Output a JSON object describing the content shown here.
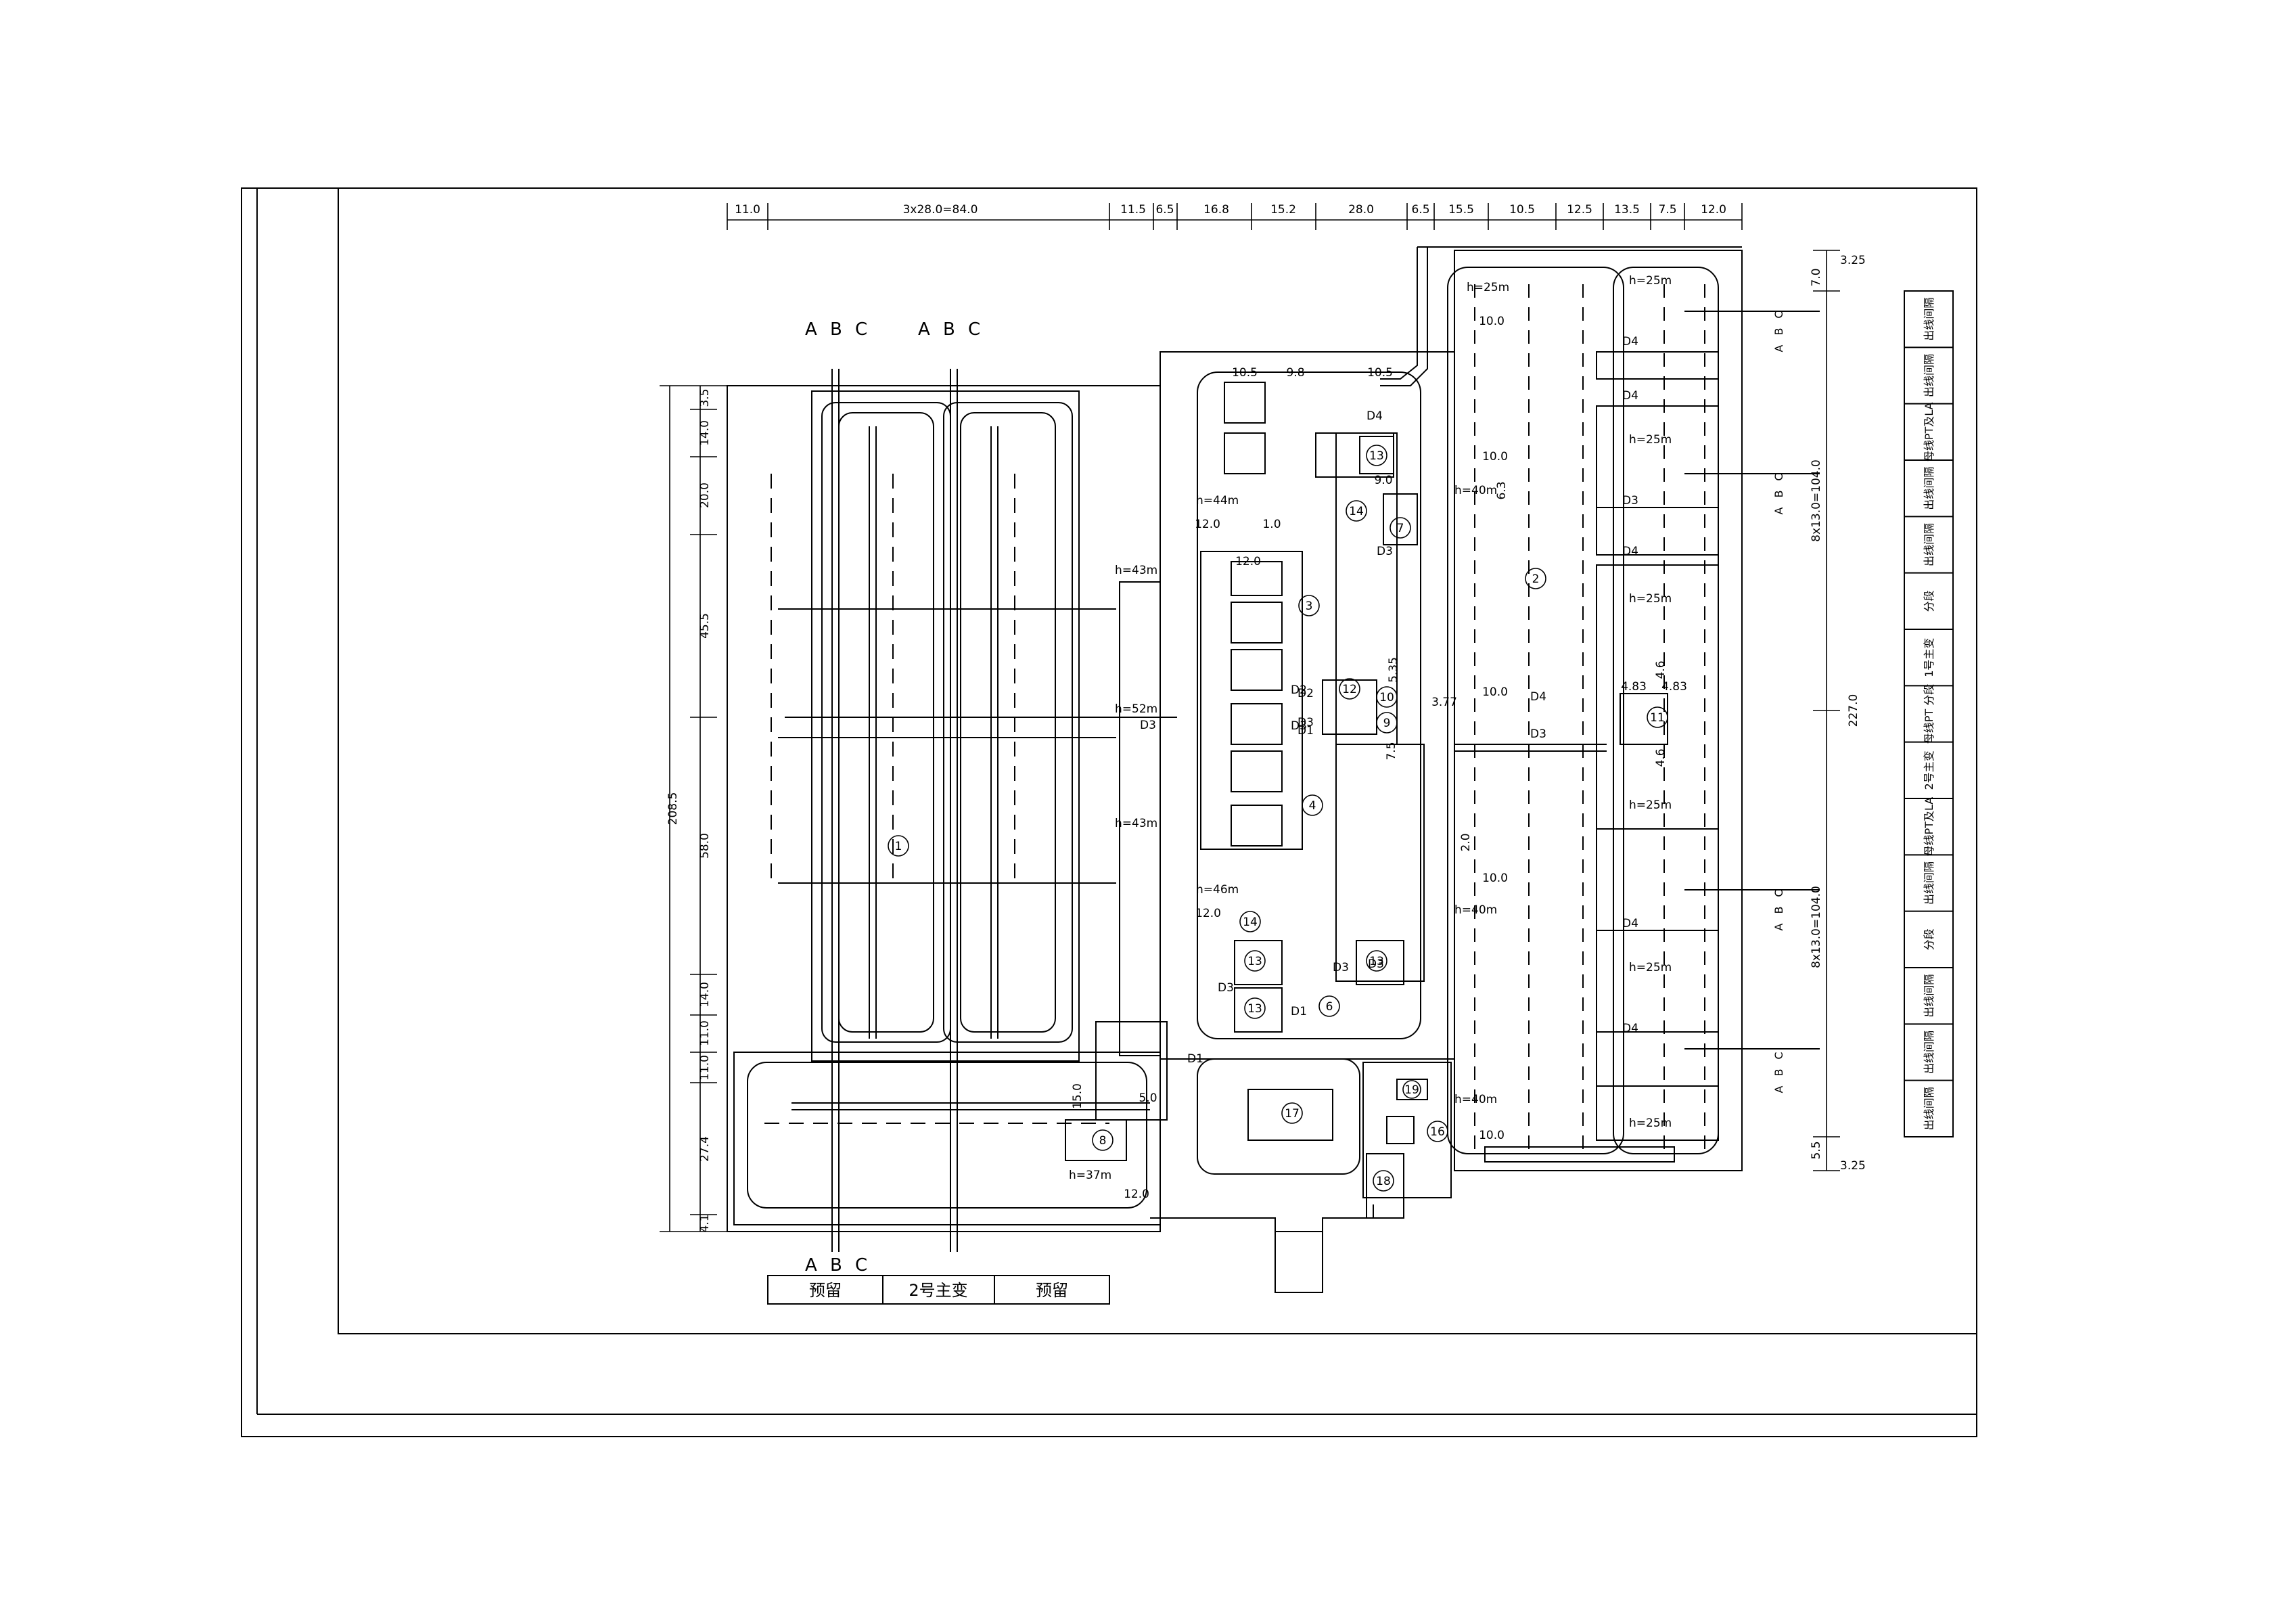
{
  "top_dimensions": [
    "11.0",
    "3x28.0=84.0",
    "11.5",
    "6.5",
    "16.8",
    "15.2",
    "28.0",
    "6.5",
    "15.5",
    "10.5",
    "12.5",
    "13.5",
    "7.5",
    "12.0"
  ],
  "left_dimensions": [
    "3.5",
    "14.0",
    "20.0",
    "45.5",
    "58.0",
    "14.0",
    "11.0",
    "11.0",
    "27.4",
    "4.1"
  ],
  "total_left_dimension": "208.5",
  "right_dimensions": [
    "3.25",
    "7.0",
    "8x13.0=104.0",
    "227.0",
    "8x13.0=104.0",
    "5.5",
    "3.25"
  ],
  "phase_labels": [
    "A",
    "B",
    "C"
  ],
  "area_numbers": [
    "1",
    "2",
    "3",
    "4",
    "6",
    "7",
    "8",
    "9",
    "10",
    "11",
    "12",
    "13",
    "14",
    "16",
    "17",
    "18",
    "19"
  ],
  "heights": [
    "h=43m",
    "h=52m",
    "h=43m",
    "h=44m",
    "h=46m",
    "h=37m",
    "h=25m",
    "h=40m",
    "h=40m",
    "h=40m"
  ],
  "cable_tags": [
    "D1",
    "D2",
    "D3",
    "D4"
  ],
  "inner_dimensions": [
    "10.5",
    "9.8",
    "10.5",
    "12.0",
    "1.0",
    "15.0",
    "5.0",
    "12.0",
    "4.83",
    "4.6",
    "10.0",
    "6.3",
    "3.77",
    "2.0",
    "7.5",
    "5.35",
    "9.0"
  ],
  "bottom_table": {
    "cells": [
      "预留",
      "2号主变",
      "预留"
    ]
  },
  "side_table": {
    "cells": [
      "出线间隔",
      "出线间隔",
      "母线PT及LA",
      "出线间隔",
      "出线间隔",
      "分段",
      "1号主变",
      "母线PT 分段",
      "2号主变",
      "母线PT及LA",
      "出线间隔",
      "分段",
      "出线间隔",
      "出线间隔",
      "出线间隔"
    ]
  },
  "colors": {
    "line": "#000000",
    "background": "#ffffff"
  }
}
